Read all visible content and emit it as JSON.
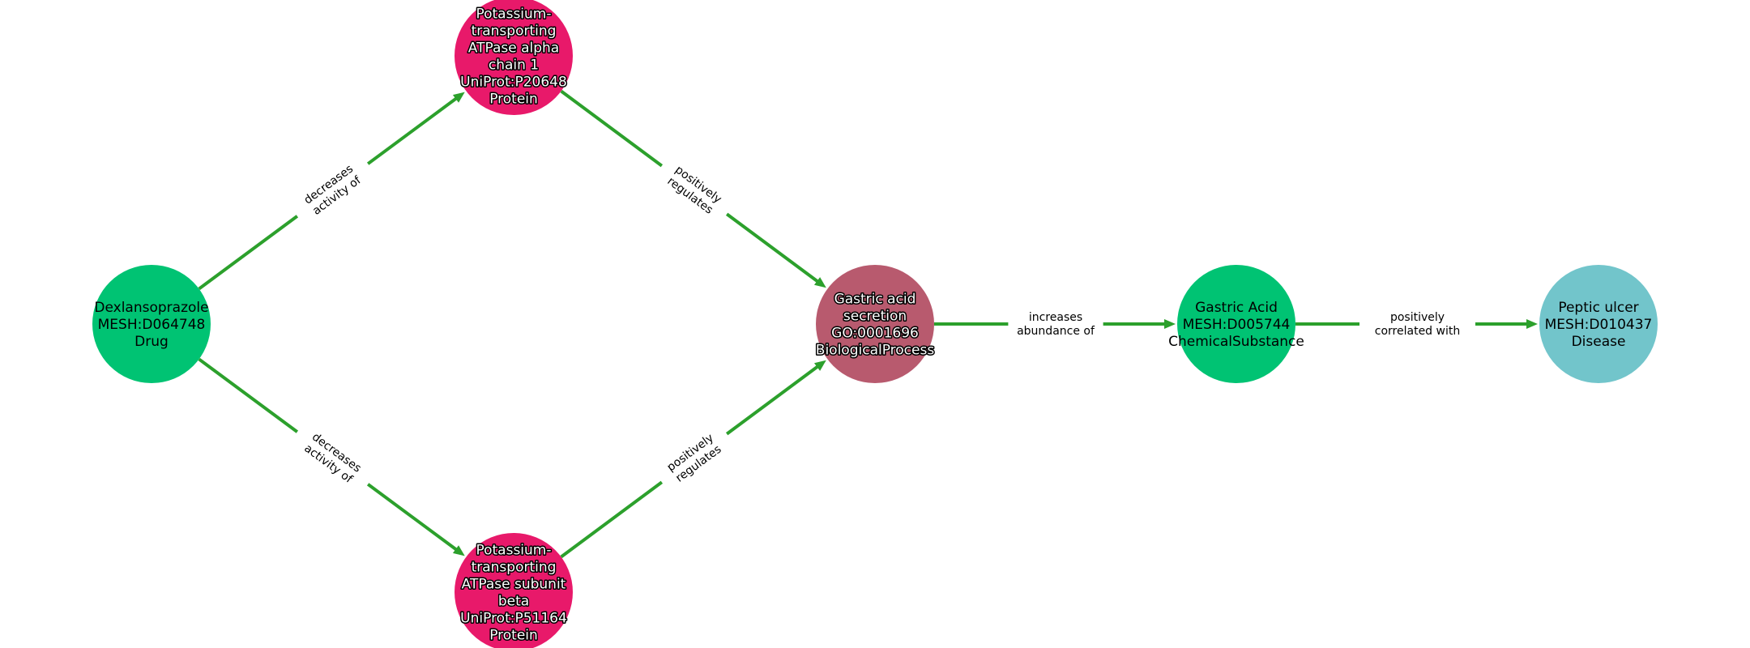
{
  "nodes": [
    {
      "id": "drug",
      "lines": [
        "Dexlansoprazole",
        "MESH:D064748",
        "Drug"
      ],
      "color": "#00c373",
      "text_style": "plain"
    },
    {
      "id": "atp4a",
      "lines": [
        "Potassium-",
        "transporting",
        "ATPase alpha",
        "chain 1",
        "UniProt:P20648",
        "Protein"
      ],
      "color": "#e8196a",
      "text_style": "outlined"
    },
    {
      "id": "atp4b",
      "lines": [
        "Potassium-",
        "transporting",
        "ATPase subunit",
        "beta",
        "UniProt:P51164",
        "Protein"
      ],
      "color": "#e8196a",
      "text_style": "outlined"
    },
    {
      "id": "secretion",
      "lines": [
        "Gastric acid",
        "secretion",
        "GO:0001696",
        "BiologicalProcess"
      ],
      "color": "#b85a6e",
      "text_style": "outlined"
    },
    {
      "id": "acid",
      "lines": [
        "Gastric Acid",
        "MESH:D005744",
        "ChemicalSubstance"
      ],
      "color": "#00c373",
      "text_style": "plain"
    },
    {
      "id": "ulcer",
      "lines": [
        "Peptic ulcer",
        "MESH:D010437",
        "Disease"
      ],
      "color": "#72c5cb",
      "text_style": "plain"
    }
  ],
  "edges": [
    {
      "from": "drug",
      "to": "atp4a",
      "lines": [
        "decreases",
        "activity of"
      ]
    },
    {
      "from": "drug",
      "to": "atp4b",
      "lines": [
        "decreases",
        "activity of"
      ]
    },
    {
      "from": "atp4a",
      "to": "secretion",
      "lines": [
        "positively",
        "regulates"
      ]
    },
    {
      "from": "atp4b",
      "to": "secretion",
      "lines": [
        "positively",
        "regulates"
      ]
    },
    {
      "from": "secretion",
      "to": "acid",
      "lines": [
        "increases",
        "abundance of"
      ]
    },
    {
      "from": "acid",
      "to": "ulcer",
      "lines": [
        "positively",
        "correlated with"
      ]
    }
  ],
  "edge_color": "#2ca02c"
}
